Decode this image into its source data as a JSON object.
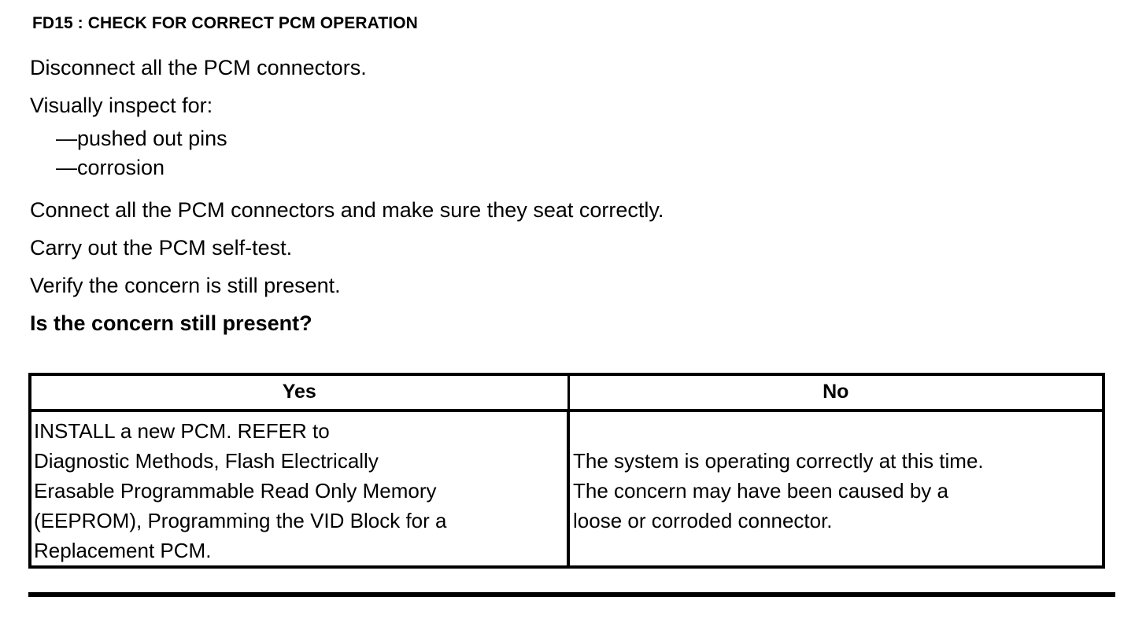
{
  "document": {
    "title": "FD15 : CHECK FOR CORRECT PCM OPERATION",
    "steps": [
      {
        "text": "Disconnect all the PCM connectors.",
        "bold": false
      },
      {
        "text": "Visually inspect for:",
        "bold": false
      },
      {
        "text": "Connect all the PCM connectors and make sure they seat correctly.",
        "bold": false
      },
      {
        "text": "Carry out the PCM self-test.",
        "bold": false
      },
      {
        "text": "Verify the concern is still present.",
        "bold": false
      },
      {
        "text": "Is the concern still present?",
        "bold": true
      }
    ],
    "inspect_items": [
      "—pushed out pins",
      "—corrosion"
    ]
  },
  "result_table": {
    "headers": [
      "Yes",
      "No"
    ],
    "yes_cell_lines": [
      "INSTALL a new PCM. REFER to",
      " Diagnostic Methods, Flash Electrically",
      "Erasable Programmable Read Only Memory",
      "(EEPROM), Programming the VID Block for a",
      "Replacement PCM."
    ],
    "no_cell_lines": [
      "The system is operating correctly at this time.",
      "The concern may have been caused by a",
      "loose or corroded connector."
    ]
  },
  "colors": {
    "ink": "#000000",
    "paper": "#ffffff"
  }
}
